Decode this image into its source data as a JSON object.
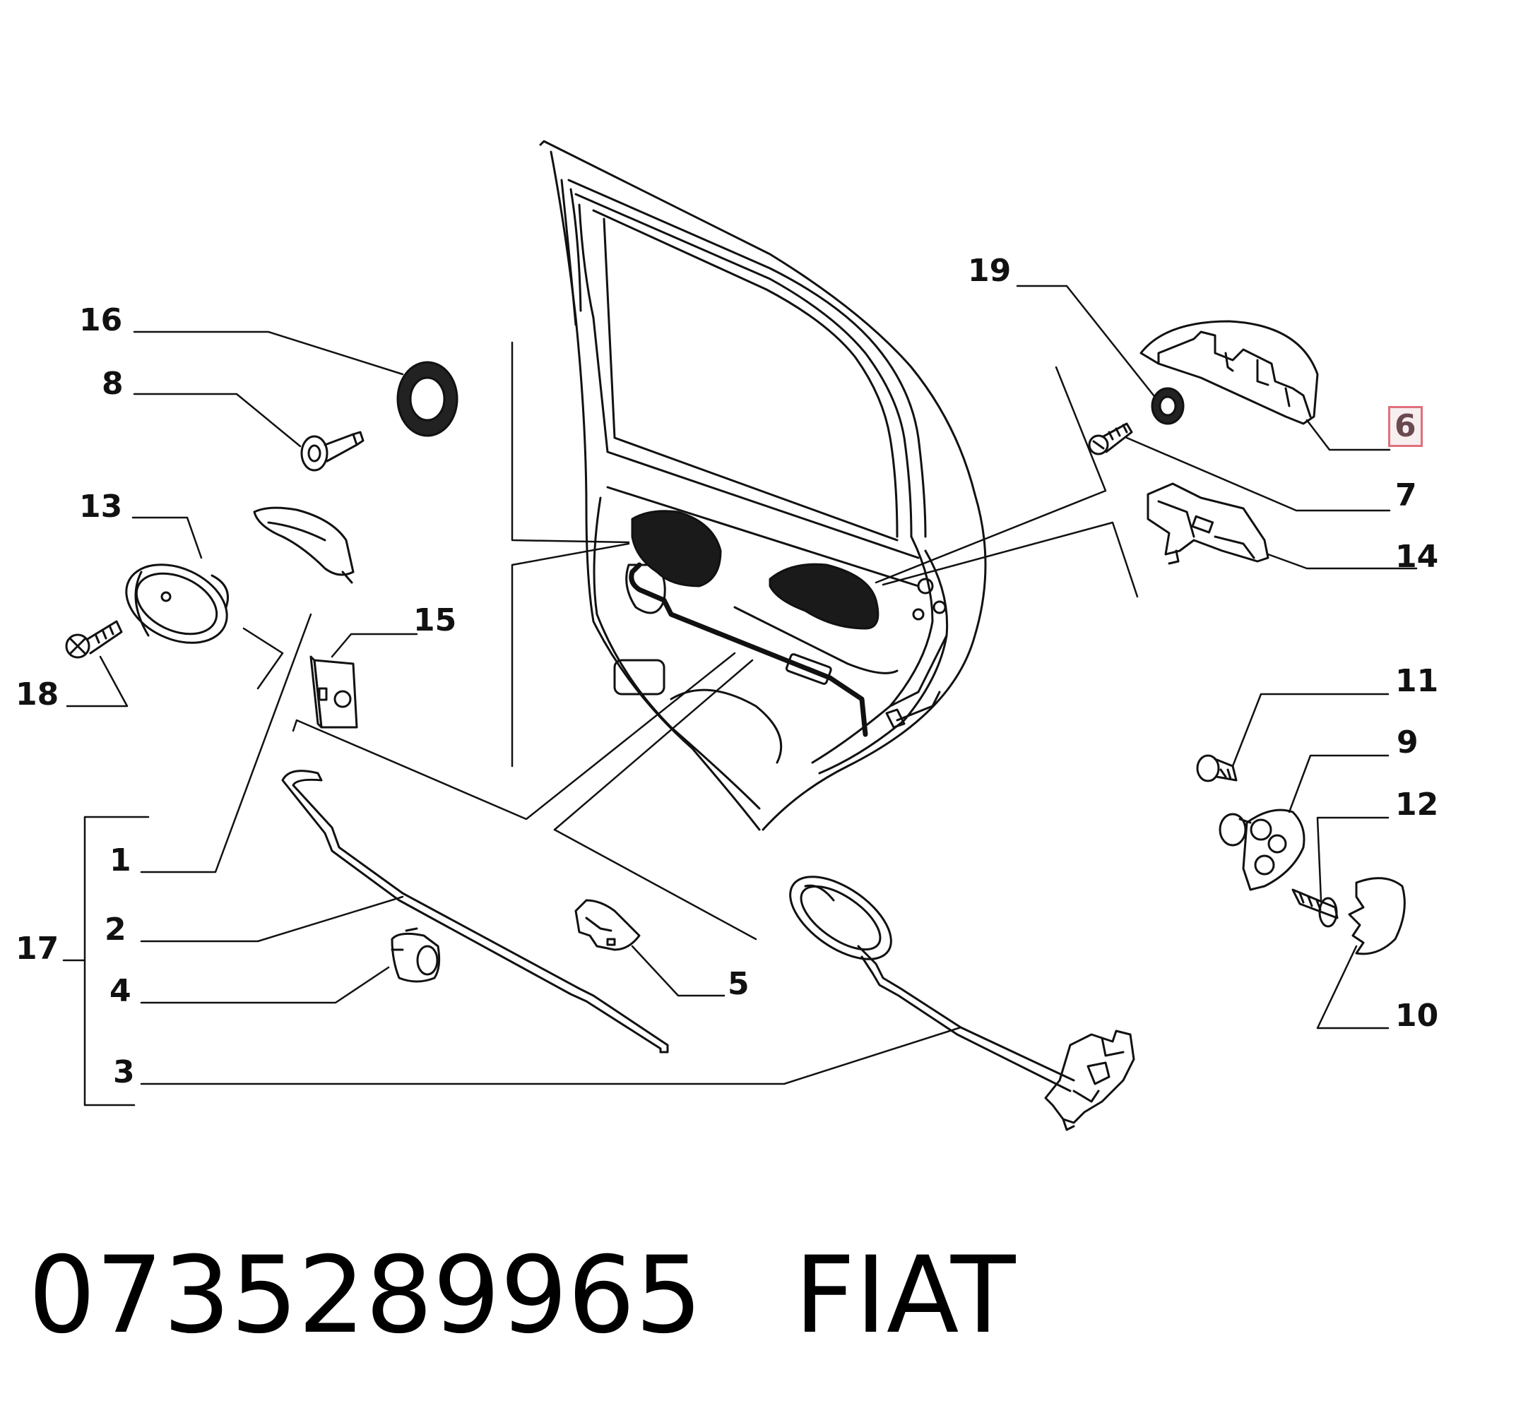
{
  "diagram": {
    "labels": {
      "l1": "1",
      "l2": "2",
      "l3": "3",
      "l4": "4",
      "l5": "5",
      "l6": "6",
      "l7": "7",
      "l8": "8",
      "l9": "9",
      "l10": "10",
      "l11": "11",
      "l12": "12",
      "l13": "13",
      "l14": "14",
      "l15": "15",
      "l16": "16",
      "l17": "17",
      "l18": "18",
      "l19": "19"
    },
    "highlighted_label": "6",
    "highlight_color": "#e0707a"
  },
  "footer": {
    "part_number": "0735289965",
    "brand": "FIAT"
  }
}
